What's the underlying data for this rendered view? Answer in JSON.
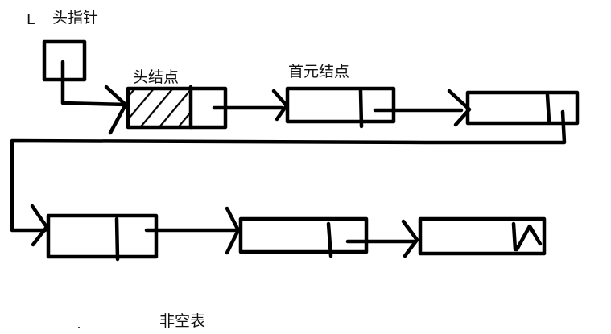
{
  "labels": {
    "pointer_name": "L",
    "head_pointer": "头指针",
    "head_node": "头结点",
    "first_node": "首元结点",
    "caption": "非空表"
  },
  "colors": {
    "ink": "#000000",
    "background": "#ffffff"
  },
  "list": {
    "type": "singly-linked-list-with-head-node",
    "nodes": [
      {
        "id": "head",
        "role": "head node",
        "data": "hatched (unused)",
        "next": "node1"
      },
      {
        "id": "node1",
        "role": "first element node",
        "next": "node2"
      },
      {
        "id": "node2",
        "role": "element node",
        "next": "node3"
      },
      {
        "id": "node3",
        "role": "element node",
        "next": "node4"
      },
      {
        "id": "node4",
        "role": "element node",
        "next": "node5"
      },
      {
        "id": "node5",
        "role": "tail node",
        "next": "null (∧)"
      }
    ]
  }
}
